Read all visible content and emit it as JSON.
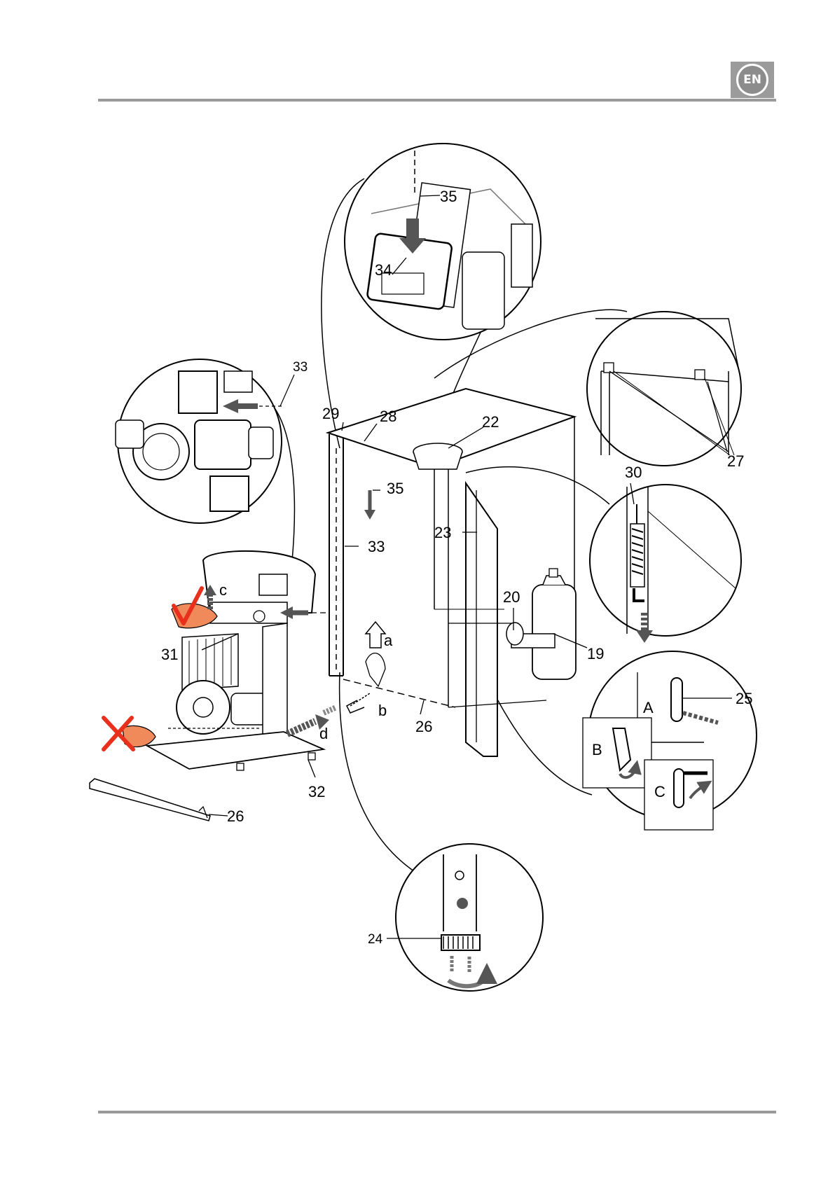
{
  "header": {
    "language_badge": "EN"
  },
  "figure": {
    "callouts": {
      "c19": "19",
      "c20": "20",
      "c22": "22",
      "c23": "23",
      "c24": "24",
      "c25": "25",
      "c26a": "26",
      "c26b": "26",
      "c27": "27",
      "c28": "28",
      "c29": "29",
      "c30": "30",
      "c31": "31",
      "c32": "32",
      "c33a": "33",
      "c33b": "33",
      "c34": "34",
      "c35a": "35",
      "c35b": "35"
    },
    "step_letters": {
      "a": "a",
      "b": "b",
      "c": "c",
      "d": "d"
    },
    "detail_letters": {
      "A": "A",
      "B": "B",
      "C": "C"
    }
  },
  "colors": {
    "rule": "#9a9a9a",
    "badge": "#9b9b9b",
    "ok_mark": "#e8301c",
    "hand": "#f08a5a"
  }
}
